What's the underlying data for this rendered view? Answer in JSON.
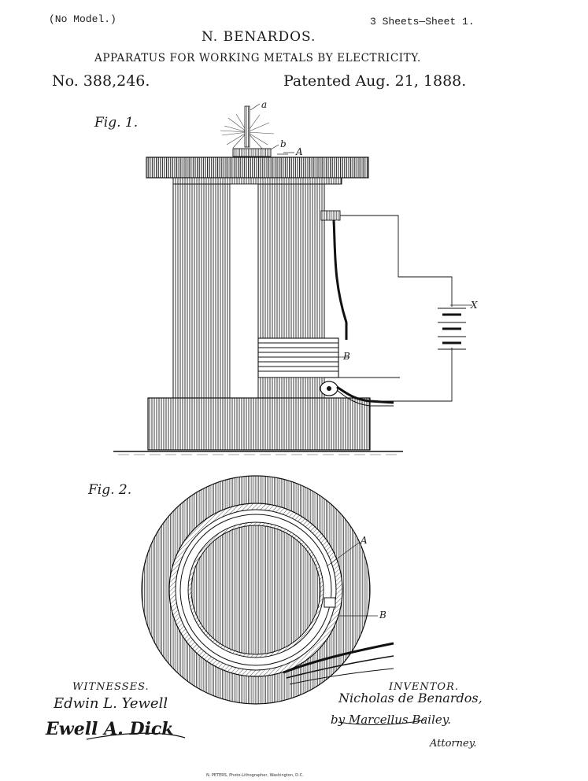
{
  "header": {
    "no_model": "(No Model.)",
    "sheets": "3 Sheets—Sheet 1.",
    "inventor_name": "N. BENARDOS.",
    "title": "APPARATUS FOR WORKING METALS BY ELECTRICITY.",
    "patent_no": "No. 388,246.",
    "patented": "Patented Aug. 21, 1888."
  },
  "figures": {
    "fig1_label": "Fig. 1.",
    "fig2_label": "Fig. 2.",
    "labels": {
      "a": "a",
      "b": "b",
      "A": "A",
      "X": "X",
      "B": "B"
    }
  },
  "signatures": {
    "witnesses_heading": "WITNESSES.",
    "inventor_heading": "INVENTOR.",
    "witness1": "Edwin L. Yewell",
    "witness2": "Ewell A. Dick",
    "inventor": "Nicholas de Benardos,",
    "attorney_by": "by Marcellus Bailey.",
    "attorney": "Attorney."
  },
  "footer": {
    "imprint": "N. PETERS, Photo-Lithographer, Washington, D.C."
  }
}
